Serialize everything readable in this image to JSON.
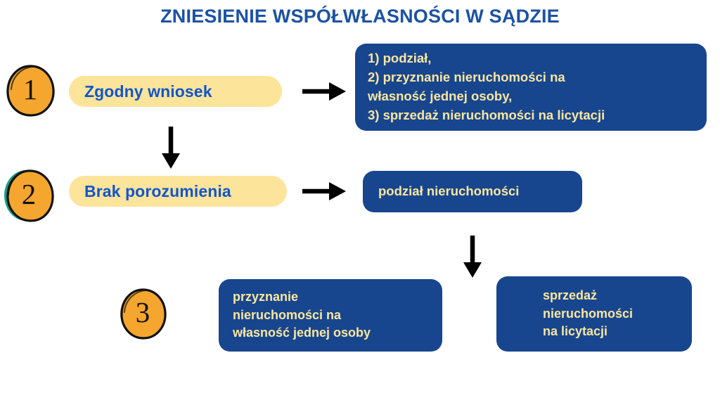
{
  "page": {
    "title": "ZNIESIENIE WSPÓŁWŁASNOŚCI W SĄDZIE",
    "background_color": "#FFFFFF",
    "colors": {
      "title_blue": "#1B52A4",
      "pill_yellow": "#FCE49B",
      "pill_text_blue": "#1155CC",
      "box_blue": "#18468E",
      "box_text_cream": "#FAE6A0",
      "circle_orange": "#F5A62E",
      "circle_outline": "#111111",
      "circle_accent_teal": "#16A085",
      "arrow_black": "#000000"
    }
  },
  "steps": [
    {
      "number": "1",
      "label": "step-one"
    },
    {
      "number": "2",
      "label": "step-two"
    },
    {
      "number": "3",
      "label": "step-three"
    }
  ],
  "pills": [
    {
      "id": "zgodny-wniosek",
      "text": "Zgodny wniosek"
    },
    {
      "id": "brak-porozumienia",
      "text": "Brak porozumienia"
    }
  ],
  "boxes": [
    {
      "id": "options-list",
      "text": "1) podział,\n2) przyznanie nieruchomości na\nwłasność jednej osoby,\n3) sprzedaż nieruchomości na licytacji"
    },
    {
      "id": "podzial-nieruchomosci",
      "text": "podział nieruchomości"
    },
    {
      "id": "przyznanie-wlasnosci",
      "text": "przyznanie\nnieruchomości na\nwłasność jednej osoby"
    },
    {
      "id": "sprzedaz-licytacja",
      "text": "sprzedaż\nnieruchomości\nna licytacji"
    }
  ],
  "arrows": [
    {
      "id": "arrow-right-1",
      "direction": "right"
    },
    {
      "id": "arrow-down-1",
      "direction": "down"
    },
    {
      "id": "arrow-right-2",
      "direction": "right"
    },
    {
      "id": "arrow-down-2",
      "direction": "down"
    }
  ]
}
